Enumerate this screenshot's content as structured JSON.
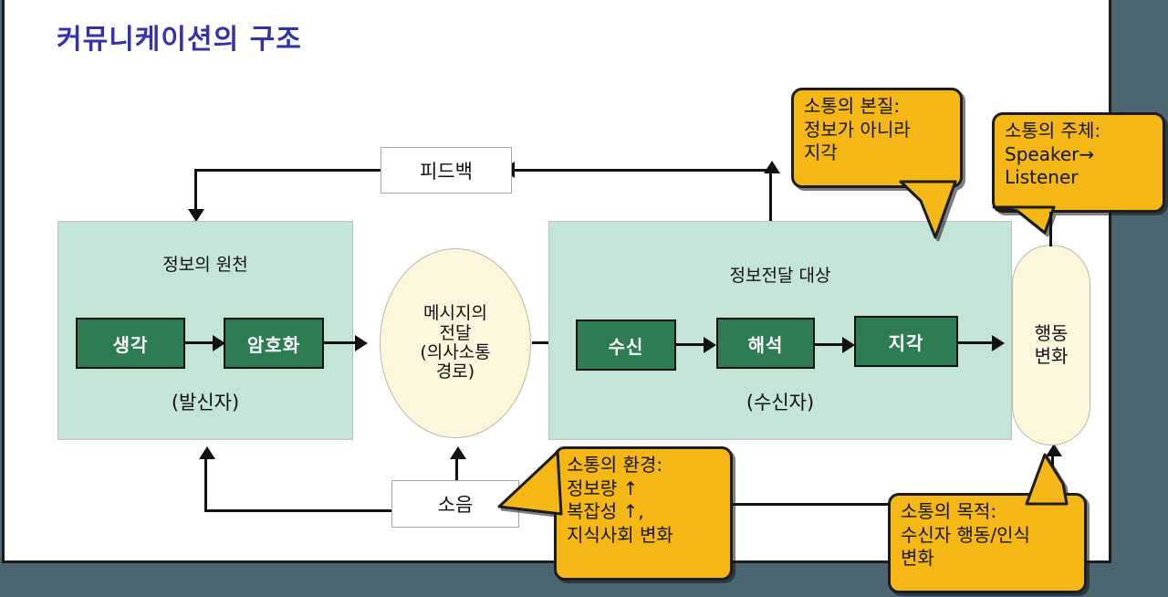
{
  "slide": {
    "title": "커뮤니케이션의 구조",
    "title_color": "#3434aa",
    "background_color": "#4b6670",
    "page_color": "#ffffff"
  },
  "colors": {
    "group_box": "#c3e4d6",
    "green_box": "#2e7d52",
    "ellipse": "#fbf6dc",
    "callout": "#f5b715",
    "line": "#111111"
  },
  "nodes": {
    "feedback": {
      "label": "피드백"
    },
    "noise": {
      "label": "소음"
    },
    "sender_group": {
      "title": "정보의 원천",
      "subtitle": "(발신자)"
    },
    "receiver_group": {
      "title": "정보전달 대상",
      "subtitle": "(수신자)"
    },
    "sender_steps": [
      {
        "label": "생각"
      },
      {
        "label": "암호화"
      }
    ],
    "receiver_steps": [
      {
        "label": "수신"
      },
      {
        "label": "해석"
      },
      {
        "label": "지각"
      }
    ],
    "channel": {
      "label": "메시지의\n전달\n(의사소통\n경로)"
    },
    "outcome": {
      "label": "행동\n변화"
    }
  },
  "callouts": [
    {
      "id": "essence",
      "label": "소통의 본질:\n정보가 아니라\n지각",
      "tail": "down"
    },
    {
      "id": "agent",
      "label": "소통의 주체:\nSpeaker→\nListener",
      "tail": "down"
    },
    {
      "id": "environment",
      "label": "소통의 환경:\n정보량 ↑\n복잡성 ↑,\n지식사회 변화",
      "tail": "left"
    },
    {
      "id": "purpose",
      "label": "소통의 목적:\n수신자 행동/인식\n변화",
      "tail": "up"
    }
  ]
}
